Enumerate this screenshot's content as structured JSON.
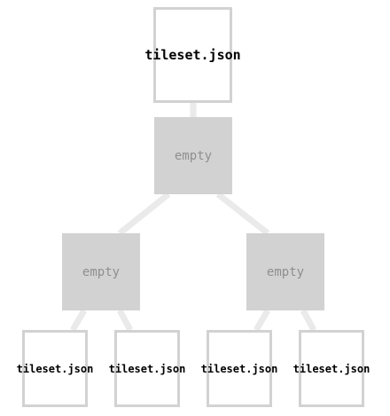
{
  "diagram": {
    "root": {
      "label": "tileset.json"
    },
    "level1": {
      "label": "empty"
    },
    "level2_left": {
      "label": "empty"
    },
    "level2_right": {
      "label": "empty"
    },
    "leaves": [
      {
        "label": "tileset.json"
      },
      {
        "label": "tileset.json"
      },
      {
        "label": "tileset.json"
      },
      {
        "label": "tileset.json"
      }
    ],
    "colors": {
      "edge": "#eaeaea",
      "empty_fill": "#d2d2d2",
      "empty_text": "#8f8f8f",
      "tile_border": "#d2d2d2"
    }
  }
}
